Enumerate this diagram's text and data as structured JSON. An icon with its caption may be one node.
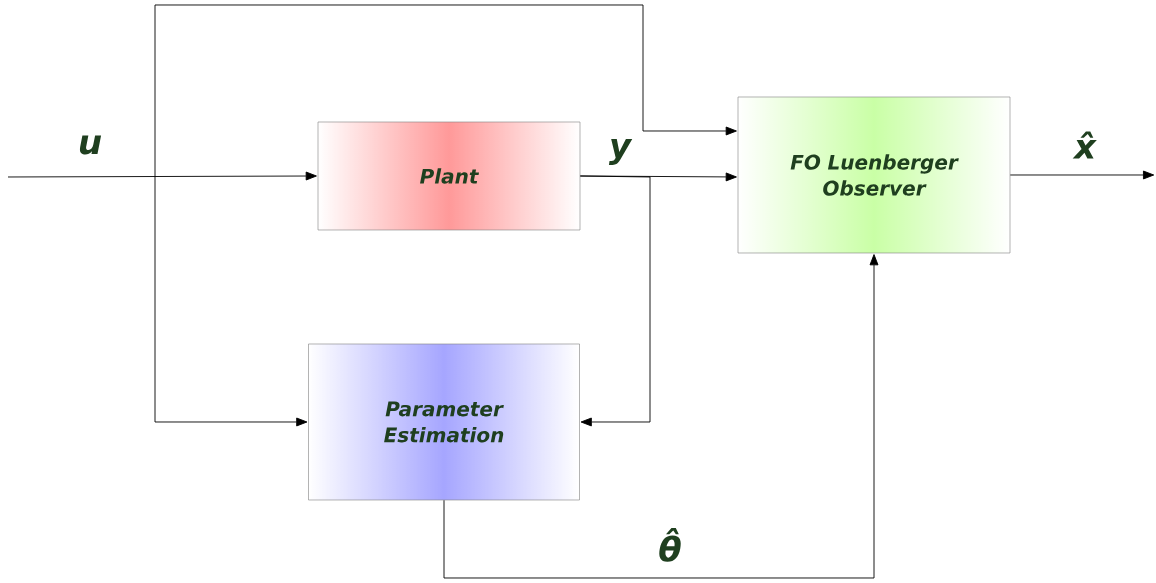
{
  "diagram": {
    "nodes": [
      {
        "text": [
          "Plant"
        ]
      },
      {
        "text": [
          "FO Luenberger Observer"
        ]
      },
      {
        "text": [
          "Parameter Estimation"
        ]
      }
    ],
    "edges": [
      {
        "from": null,
        "to": 0,
        "arrow": "to",
        "label": "u"
      },
      {
        "from": null,
        "to": 1,
        "arrow": "to"
      },
      {
        "from": null,
        "to": 2,
        "arrow": "to"
      },
      {
        "from": 0,
        "to": 1,
        "arrow": "to",
        "label": "y"
      },
      {
        "from": 0,
        "to": 2,
        "arrow": "to"
      },
      {
        "from": 2,
        "to": 1,
        "arrow": "to",
        "label": "θ̂"
      },
      {
        "from": 1,
        "to": null,
        "arrow": "to",
        "label": "x̂"
      }
    ]
  }
}
